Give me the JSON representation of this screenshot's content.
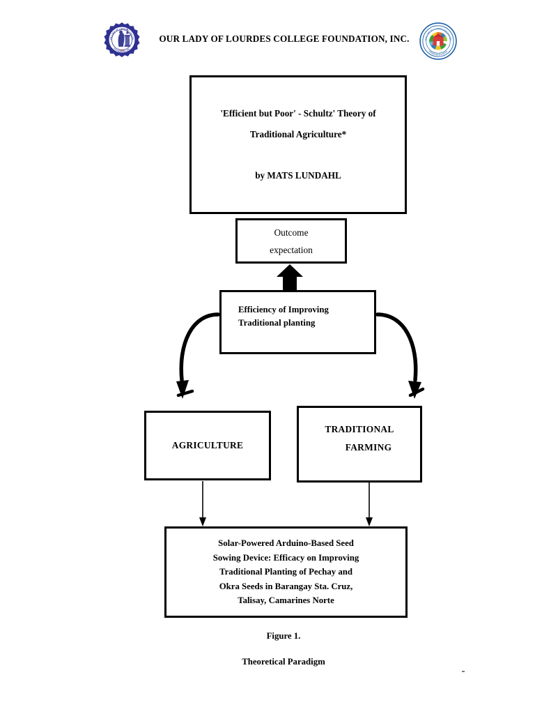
{
  "document": {
    "header": {
      "institution": "OUR LADY OF LOURDES COLLEGE FOUNDATION, INC.",
      "logo_left_name": "ollcf-seal-logo",
      "logo_right_name": "partner-seal-logo"
    },
    "title_box": {
      "line1": "'Efficient but Poor' - Schultz' Theory of",
      "line2": "Traditional Agriculture*",
      "author": "by MATS LUNDAHL"
    },
    "outcome_box": {
      "line1": "Outcome",
      "line2": "expectation"
    },
    "efficiency_box": {
      "line1": "Efficiency of Improving",
      "line2": "Traditional planting"
    },
    "agriculture_box": {
      "label": "AGRICULTURE"
    },
    "traditional_box": {
      "line1": "TRADITIONAL",
      "line2": "FARMING"
    },
    "research_box": {
      "line1": "Solar-Powered Arduino-Based Seed",
      "line2": "Sowing Device: Efficacy on Improving",
      "line3": "Traditional Planting of Pechay and",
      "line4": "Okra Seeds in Barangay Sta. Cruz,",
      "line5": "Talisay, Camarines Norte"
    },
    "caption": {
      "figure_number": "Figure 1.",
      "figure_title": "Theoretical Paradigm"
    },
    "colors": {
      "page_background": "#ffffff",
      "text": "#000000",
      "box_border": "#000000",
      "logo_left_primary": "#2e3192",
      "logo_right_primary": "#1b5fa8"
    },
    "connectors": [
      {
        "name": "arrow-efficiency-to-outcome",
        "type": "block-arrow-up"
      },
      {
        "name": "arrow-efficiency-to-agriculture",
        "type": "curved-arrow-left-down"
      },
      {
        "name": "arrow-efficiency-to-traditional",
        "type": "curved-arrow-right-down"
      },
      {
        "name": "arrow-agriculture-to-research",
        "type": "thin-arrow-down"
      },
      {
        "name": "arrow-traditional-to-research",
        "type": "thin-arrow-down"
      }
    ]
  }
}
